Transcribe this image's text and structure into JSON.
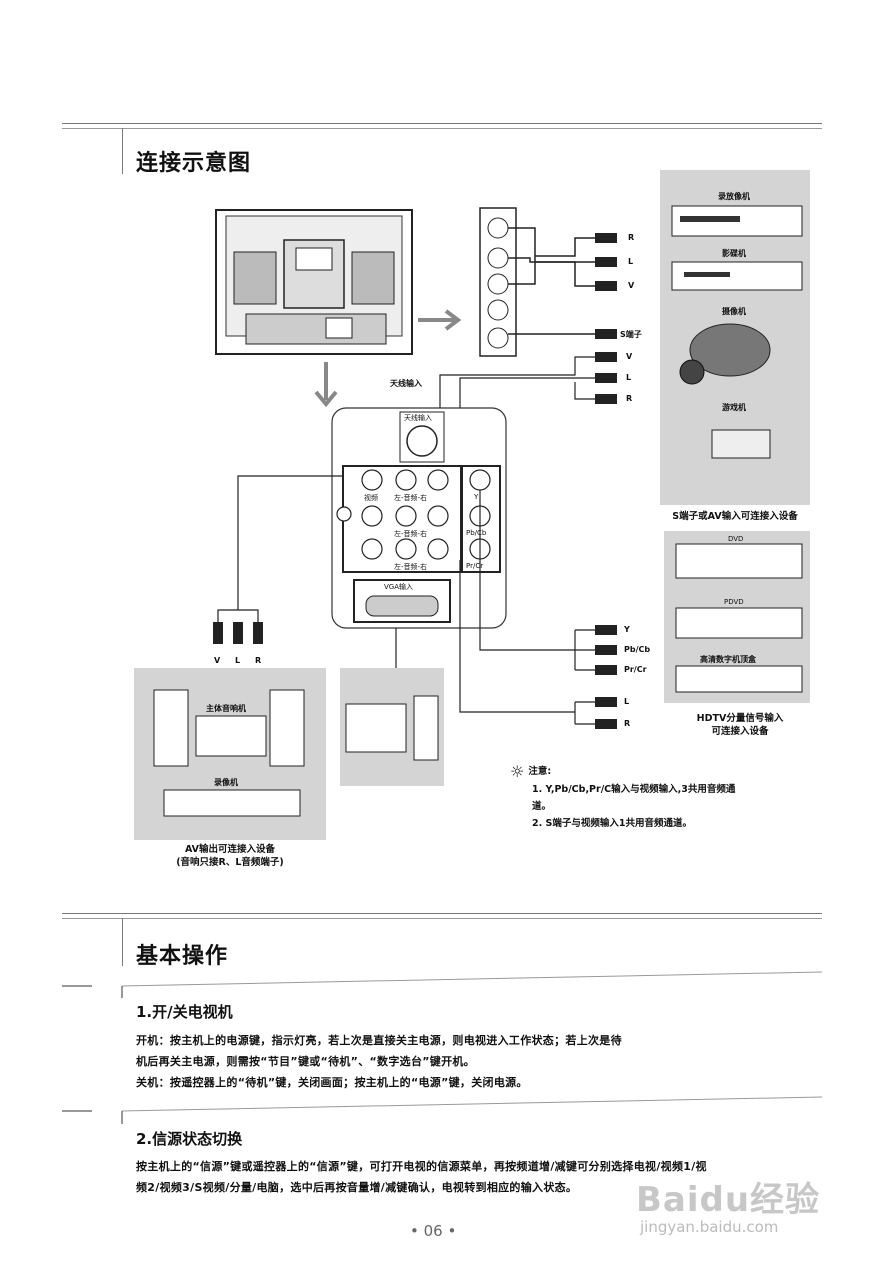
{
  "section1": {
    "title": "连接示意图"
  },
  "diagram": {
    "antenna_label": "天线输入",
    "antenna_jack_label": "天线输入",
    "monitor_label": "VGA输入",
    "side_jacks": [
      "R",
      "L",
      "V",
      "S端子"
    ],
    "mid_jacks": [
      "V",
      "L",
      "R"
    ],
    "component_y_labels": [
      "Y",
      "Pb/Cb",
      "Pr/Cr"
    ],
    "panel_col_labels": [
      "视频",
      "左-音频-右",
      "左-音频-右",
      "左-音频-右"
    ],
    "panel_side_labels": [
      "Y",
      "Pb/Cb",
      "Pr/Cr"
    ],
    "component_out_labels": [
      "Y",
      "Pb/Cb",
      "Pr/Cr"
    ],
    "lr_out_labels": [
      "L",
      "R"
    ],
    "av_out_labels": [
      "V",
      "L",
      "R"
    ],
    "devices_right_top": [
      "录放像机",
      "影碟机",
      "摄像机",
      "游戏机"
    ],
    "right_top_caption": "S端子或AV输入可连接入设备",
    "devices_right_bottom": [
      "DVD",
      "PDVD",
      "高清数字机顶盒"
    ],
    "right_bottom_caption": [
      "HDTV分量信号输入",
      "可连接入设备"
    ],
    "devices_left": [
      "主体音响机",
      "录像机"
    ],
    "left_caption": [
      "AV输出可连接入设备",
      "(音响只接R、L音频端子)"
    ]
  },
  "note": {
    "title": "注意:",
    "items": [
      "1. Y,Pb/Cb,Pr/C输入与视频输入,3共用音频通",
      "道。",
      "2. S端子与视频输入1共用音频通道。"
    ]
  },
  "section2": {
    "title": "基本操作"
  },
  "sub1": {
    "title": "1.开/关电视机",
    "lines": [
      "开机：按主机上的电源键，指示灯亮，若上次是直接关主电源，则电视进入工作状态；若上次是待",
      "机后再关主电源，则需按“节目”键或“待机”、“数字选台”键开机。",
      "关机：按遥控器上的“待机”键，关闭画面；按主机上的“电源”键，关闭电源。"
    ]
  },
  "sub2": {
    "title": "2.信源状态切换",
    "lines": [
      "按主机上的“信源”键或遥控器上的“信源”键，可打开电视的信源菜单，再按频道增/减键可分别选择电视/视频1/视",
      "频2/视频3/S视频/分量/电脑，选中后再按音量增/减键确认，电视转到相应的输入状态。"
    ]
  },
  "page_number": "• 06 •",
  "watermark": {
    "brand": "Baidu经验",
    "url": "jingyan.baidu.com"
  }
}
